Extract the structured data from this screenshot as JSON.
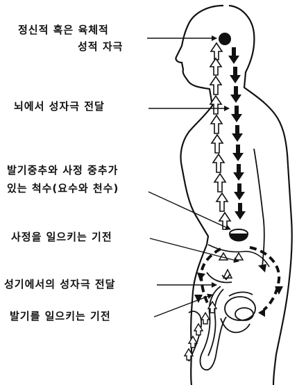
{
  "labels": {
    "stimulus_line1": "정신적 혹은 육체적",
    "stimulus_line2": "성적 자극",
    "brain_transmit": "뇌에서 성자극 전달",
    "spinal_line1": "발기중추와 사정 중추가",
    "spinal_line2": "있는 척수(요수와 천수)",
    "ejaculation": "사정을 일으키는 기전",
    "genital_transmit": "성기에서의 성자극 전달",
    "erection": "발기를 일으키는 기전"
  },
  "colors": {
    "ink": "#111111",
    "background": "#ffffff"
  },
  "icons": [
    "up-outline-arrow-icon",
    "down-solid-arrow-icon",
    "brain-dot-icon"
  ]
}
